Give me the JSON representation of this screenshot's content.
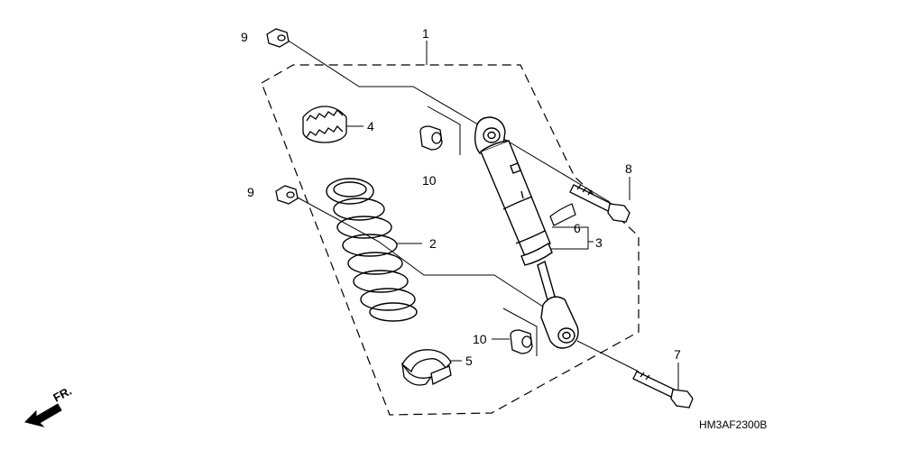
{
  "diagram": {
    "code": "HM3AF2300B",
    "direction_label": "FR.",
    "callouts": {
      "c1": "1",
      "c2": "2",
      "c3": "3",
      "c4": "4",
      "c5": "5",
      "c6": "6",
      "c7": "7",
      "c8": "8",
      "c9a": "9",
      "c9b": "9",
      "c10a": "10",
      "c10b": "10"
    }
  }
}
